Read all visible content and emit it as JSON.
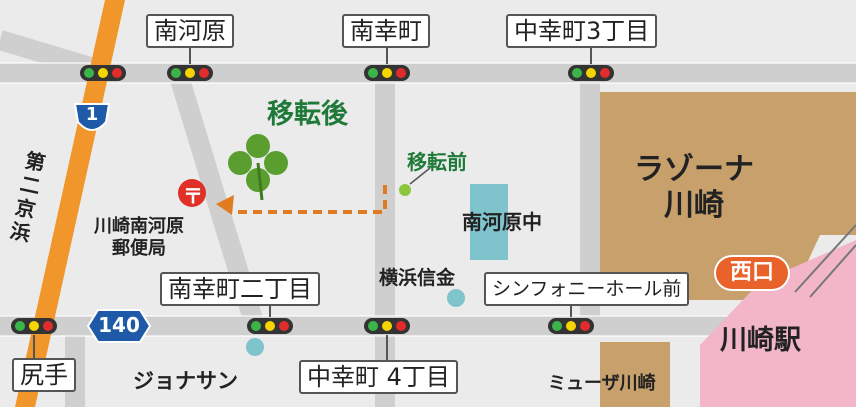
{
  "intersections": {
    "minamikawara": "南河原",
    "minamisaiwaicho": "南幸町",
    "nakasaiwaicho_3": "中幸町3丁目",
    "minamisaiwaicho_2": "南幸町二丁目",
    "nakasaiwaicho_4": "中幸町 4丁目",
    "shirite": "尻手",
    "symphony_hall_mae": "シンフォニーホール前"
  },
  "routes": {
    "route1": "1",
    "route140": "140",
    "daini_keihin": "第二京浜"
  },
  "locations": {
    "after_move": "移転後",
    "before_move": "移転前",
    "post_office": "川崎南河原\n郵便局",
    "post_office_symbol": "〒",
    "minamikawara_jh": "南河原中",
    "yokohama_shinkin": "横浜信金",
    "lazona": "ラゾーナ\n川崎",
    "west_exit": "西口",
    "kawasaki_station": "川崎駅",
    "jonathan": "ジョナサン",
    "muza_kawasaki": "ミューザ川崎"
  },
  "colors": {
    "after_move_green": "#1f7a3a",
    "before_move_green": "#8cc63f",
    "route_arrow": "#e07b22",
    "highway": "#f0962a",
    "lazona": "#c7a06c",
    "station": "#f2b6c8",
    "school": "#7fc4cc"
  }
}
